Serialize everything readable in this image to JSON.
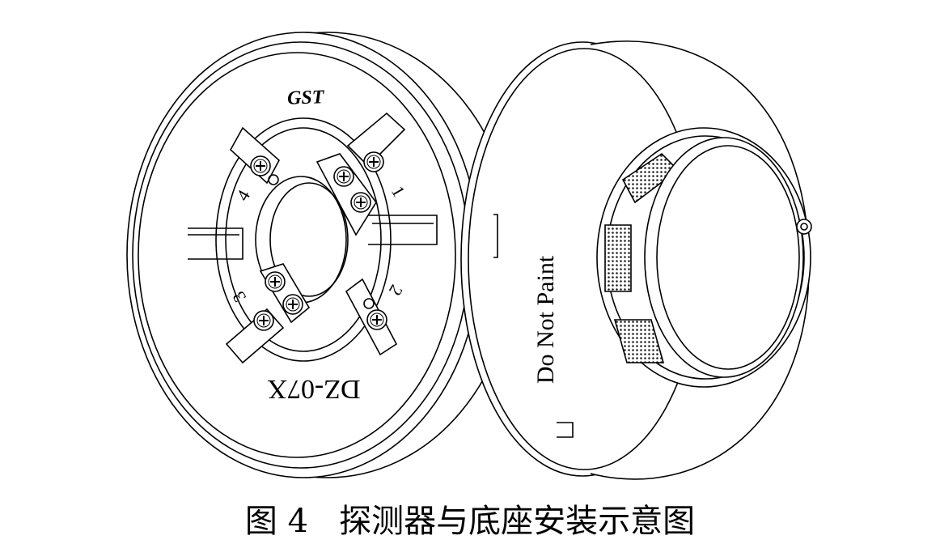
{
  "figure": {
    "base": {
      "logo": "GST",
      "model": "DZ-07X",
      "terminals": [
        "1",
        "2",
        "3",
        "4"
      ]
    },
    "detector": {
      "label": "Do Not Paint"
    }
  },
  "caption": {
    "number": "图 4",
    "text": "探测器与底座安装示意图"
  }
}
